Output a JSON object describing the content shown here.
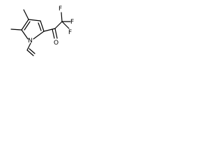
{
  "molecule": {
    "atoms": {
      "nitrogen": "N",
      "oxygen": "O",
      "fluorine_1": "F",
      "fluorine_2": "F",
      "fluorine_3": "F"
    }
  }
}
